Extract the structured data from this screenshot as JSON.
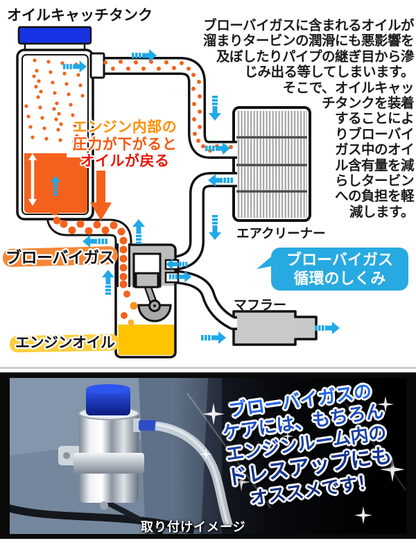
{
  "title": "オイルキャッチタンク",
  "intro": {
    "lines": [
      "ブローバイガスに含まれるオイルが",
      "溜まりタービンの潤滑にも悪影響を",
      "及ぼしたりパイプの継ぎ目から滲",
      "じみ出る等してしまいます。",
      "そこで、オイルキャッ",
      "チタンクを装着",
      "することによ",
      "りブローバイ",
      "ガス中のオイ",
      "ル含有量を減",
      "らしタービン",
      "への負担を軽",
      "減します。"
    ]
  },
  "diagram": {
    "tank_note": {
      "lines": [
        "エンジン内部の",
        "圧力が下がると",
        "オイルが戻る"
      ]
    },
    "labels": {
      "blowby_gas": "ブローバイガス",
      "engine_oil": "エンジンオイル",
      "air_cleaner": "エアクリーナー",
      "muffler": "マフラー"
    },
    "bubble": {
      "lines": [
        "ブローバイガス",
        "循環のしくみ"
      ]
    },
    "colors": {
      "flow_arrow_blue": "#1fa9e8",
      "oil_dot_orange": "#f4611d",
      "tank_cap_blue": "#1732e2",
      "engine_oil_yellow": "#ffc400",
      "bubble_blue": "#27aae1",
      "note_orange": "#ff8f00",
      "note_red": "#ea1508"
    }
  },
  "photo": {
    "caption": "取り付けイメージ",
    "promo_lines": [
      "ブローバイガスの",
      "ケアには、もちろん",
      "エンジンルーム内の",
      "ドレスアップにも",
      "オススメです！"
    ]
  }
}
